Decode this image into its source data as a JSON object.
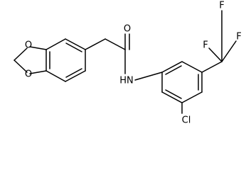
{
  "molecule": {
    "atoms": {
      "o_ring_top": "O",
      "o_ring_bottom": "O",
      "o_carbonyl": "O",
      "n_amide": "HN",
      "cl": "Cl",
      "f_top": "F",
      "f_right": "F",
      "f_left": "F"
    }
  }
}
